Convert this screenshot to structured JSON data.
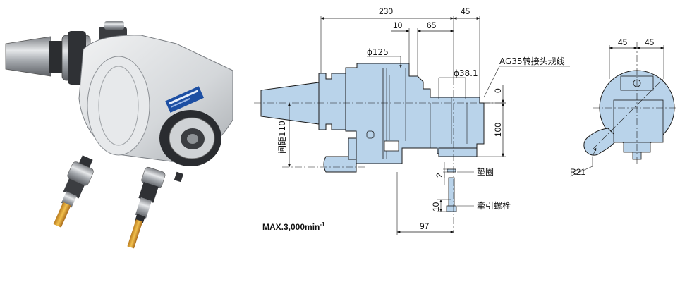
{
  "drawing": {
    "side_view": {
      "dim_overall_length": "230",
      "dim_head_offset": "45",
      "dim_10": "10",
      "dim_65": "65",
      "dim_phi125": "ϕ125",
      "dim_phi38": "ϕ38.1",
      "adapter_label": "AG35转接头规线",
      "dim_zero": "0",
      "dim_100": "100",
      "center_distance_label": "间距110",
      "washer_label": "垫圈",
      "washer_dim": "2",
      "bolt_label": "牵引螺栓",
      "bolt_dim": "10",
      "dim_97": "97",
      "max_speed": "MAX.3,000min",
      "max_speed_sup": "-1"
    },
    "front_view": {
      "dim_left": "45",
      "dim_right": "45",
      "radius": "R21"
    }
  },
  "colors": {
    "body_fill": "#b9d3ea",
    "line": "#1a1a1a",
    "dim_line": "#2a2a2a"
  }
}
